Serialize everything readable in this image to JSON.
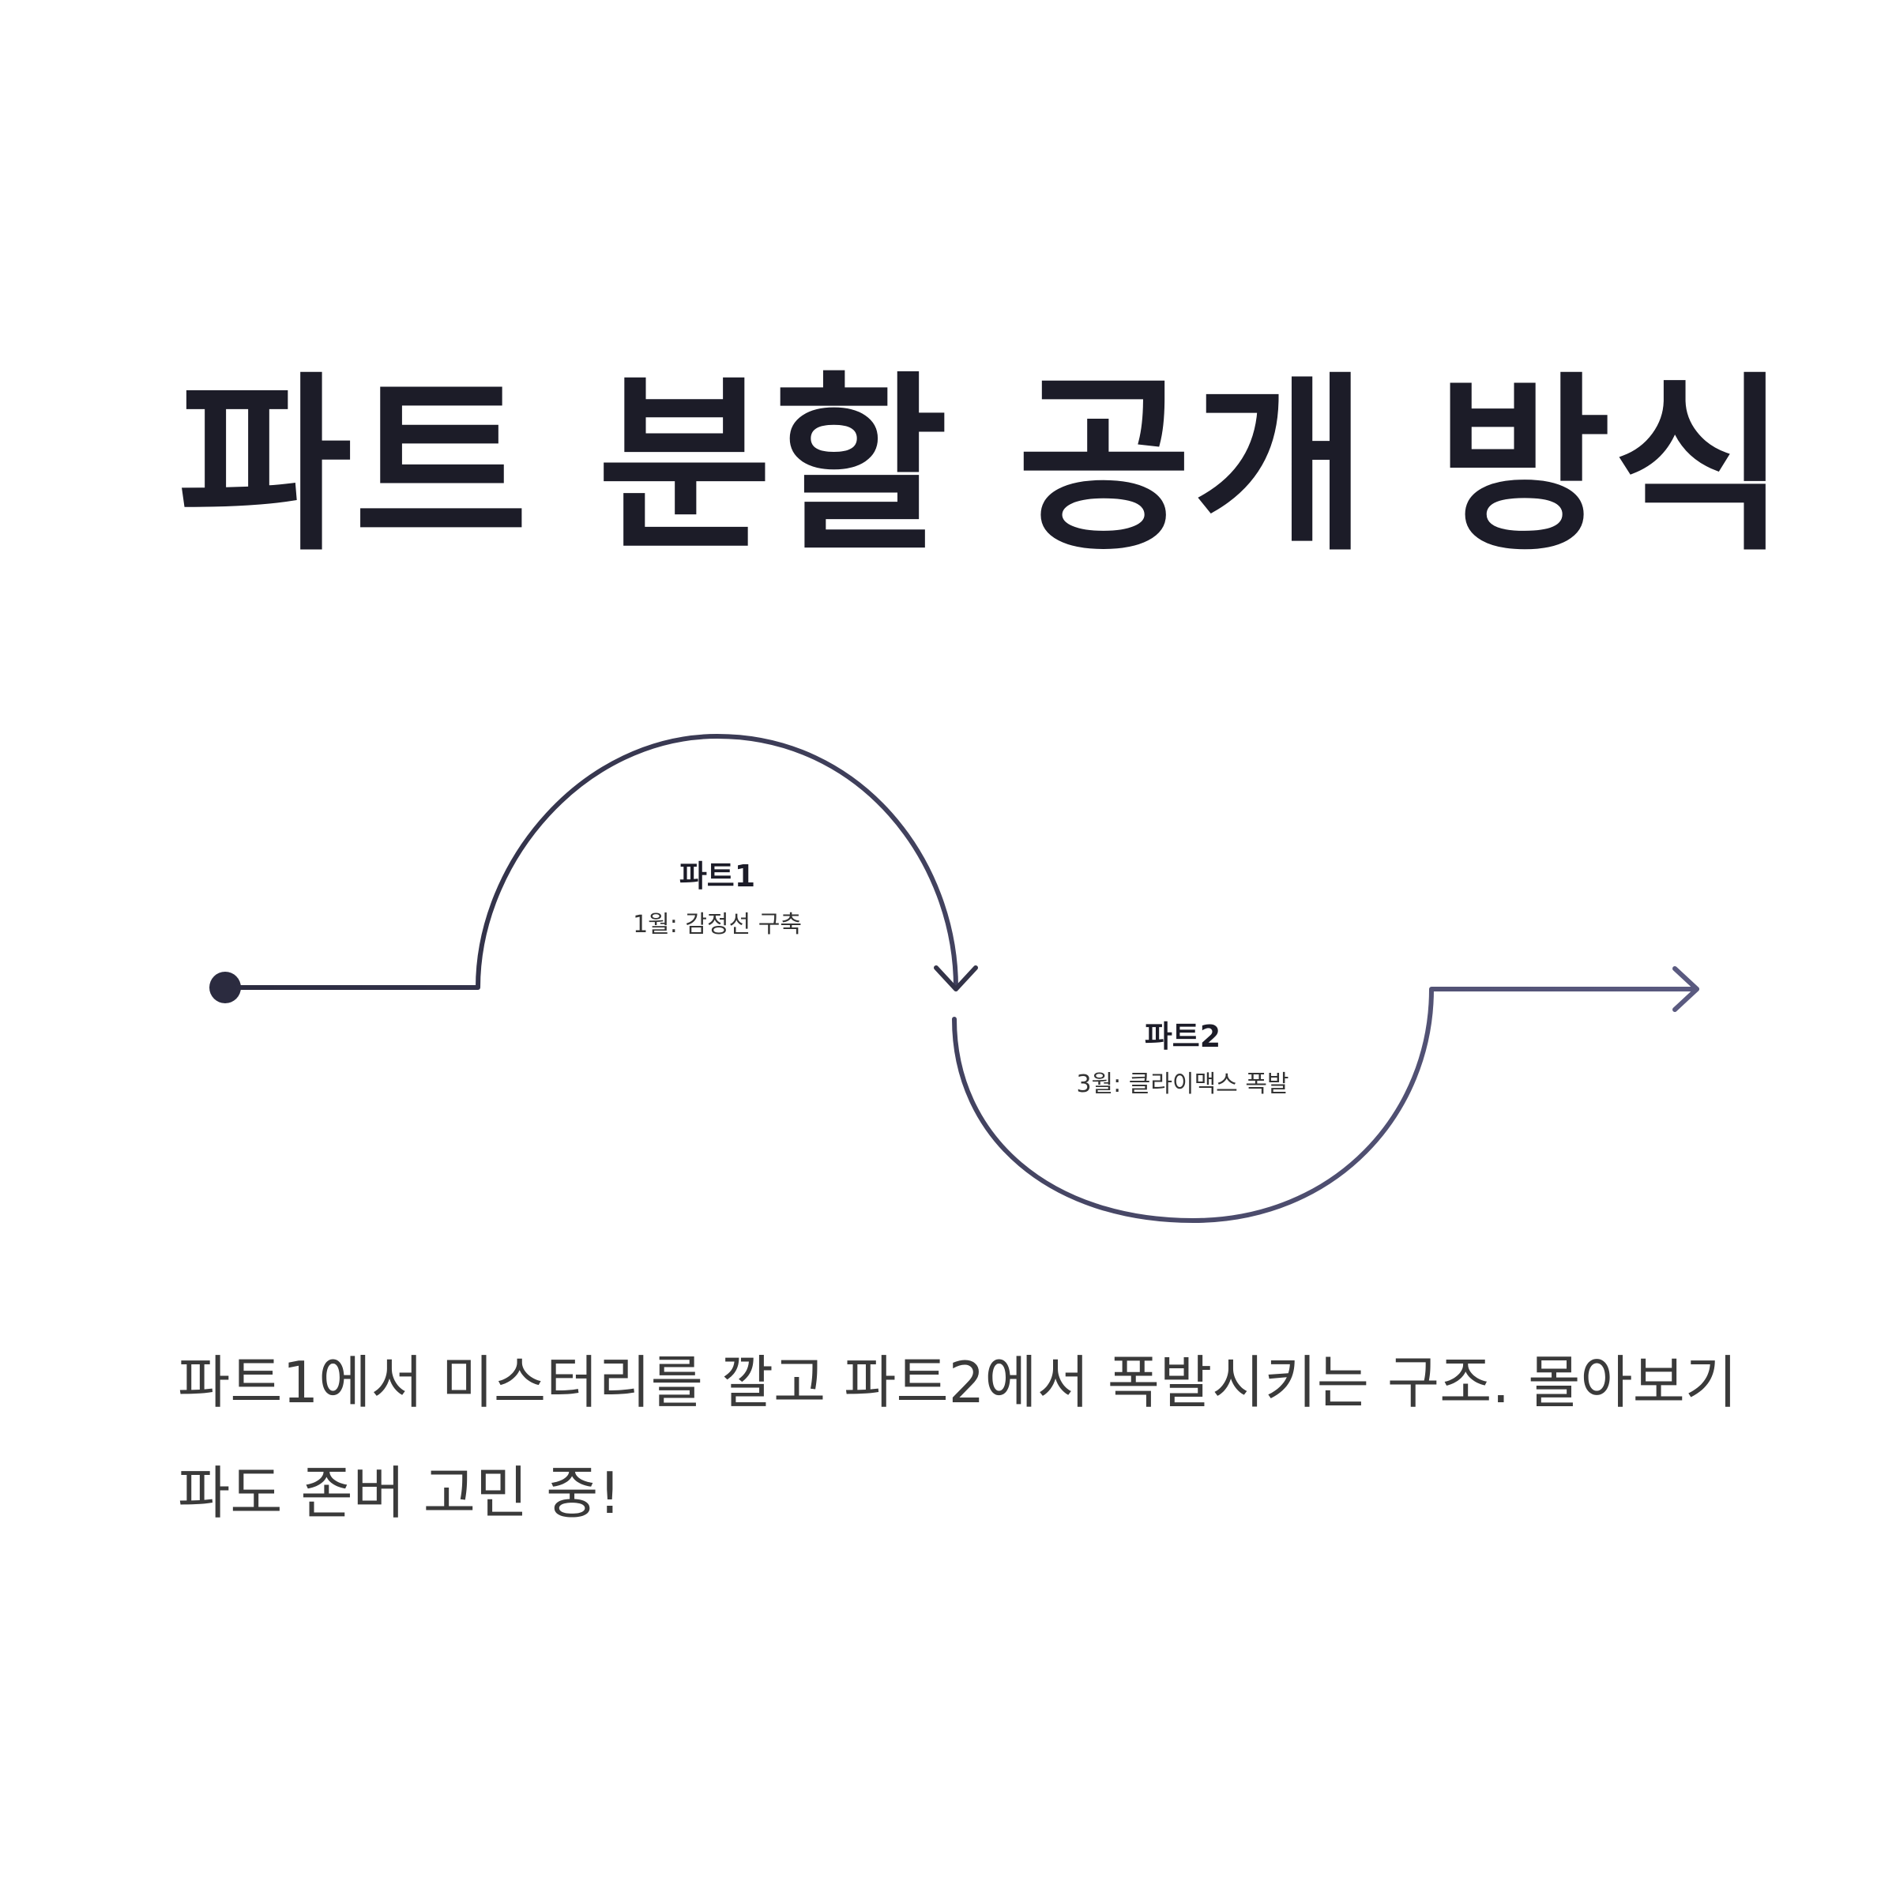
{
  "title": "파트 분할 공개 방식",
  "flow": {
    "part1": {
      "label": "파트1",
      "sub": "1월: 감정선 구축"
    },
    "part2": {
      "label": "파트2",
      "sub": "3월: 클라이맥스 폭발"
    },
    "colors": {
      "start": "#2b2b3f",
      "end": "#5a5a80"
    }
  },
  "description": "파트1에서 미스터리를 깔고 파트2에서 폭발시키는 구조. 몰아보기파도 존버 고민 중!"
}
